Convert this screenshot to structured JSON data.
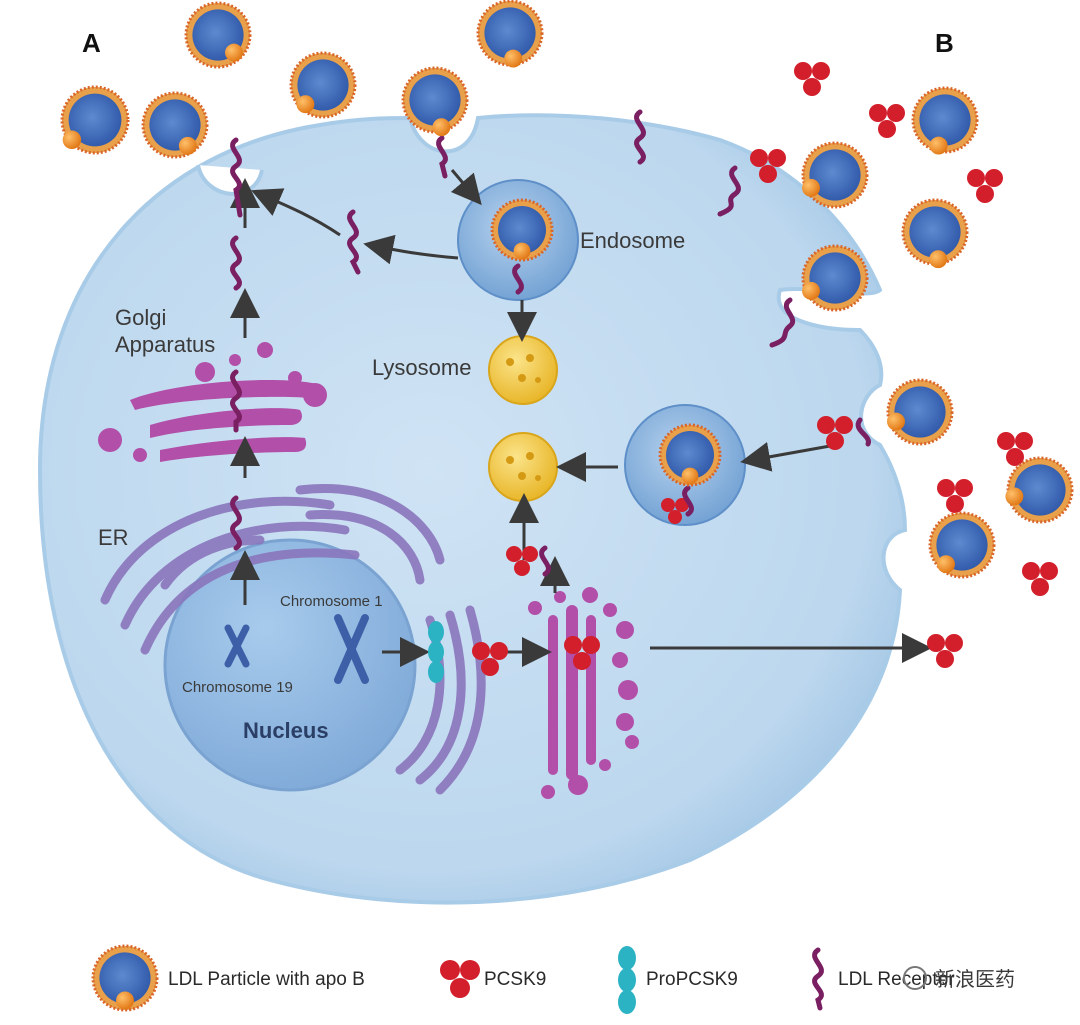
{
  "panels": {
    "a": "A",
    "b": "B"
  },
  "labels": {
    "endosome": "Endosome",
    "lysosome": "Lysosome",
    "golgi_line1": "Golgi",
    "golgi_line2": "Apparatus",
    "er": "ER",
    "chromosome_1": "Chromosome 1",
    "chromosome_19": "Chromosome 19",
    "nucleus": "Nucleus"
  },
  "legend": [
    {
      "icon": "ldl-particle-icon",
      "label": "LDL Particle with apo B"
    },
    {
      "icon": "pcsk9-icon",
      "label": "PCSK9"
    },
    {
      "icon": "propcsk9-icon",
      "label": "ProPCSK9"
    },
    {
      "icon": "ldl-receptor-icon",
      "label": "LDL Receptor"
    }
  ],
  "watermark": "新浪医药",
  "colors": {
    "cell": "#bcd8ef",
    "cell_edge": "#a8cbe8",
    "nucleus": "#8cb6e0",
    "ldl_core": "#3f6fbf",
    "ldl_shell": "#e0782a",
    "apo_b": "#f08a1e",
    "pcsk9": "#d21f2b",
    "propcsk9": "#2bb3c4",
    "ldl_receptor": "#7a1f62",
    "golgi": "#b24fa8",
    "er": "#8a76bd",
    "lysosome": "#f1c232",
    "arrow": "#3a3a3a"
  }
}
